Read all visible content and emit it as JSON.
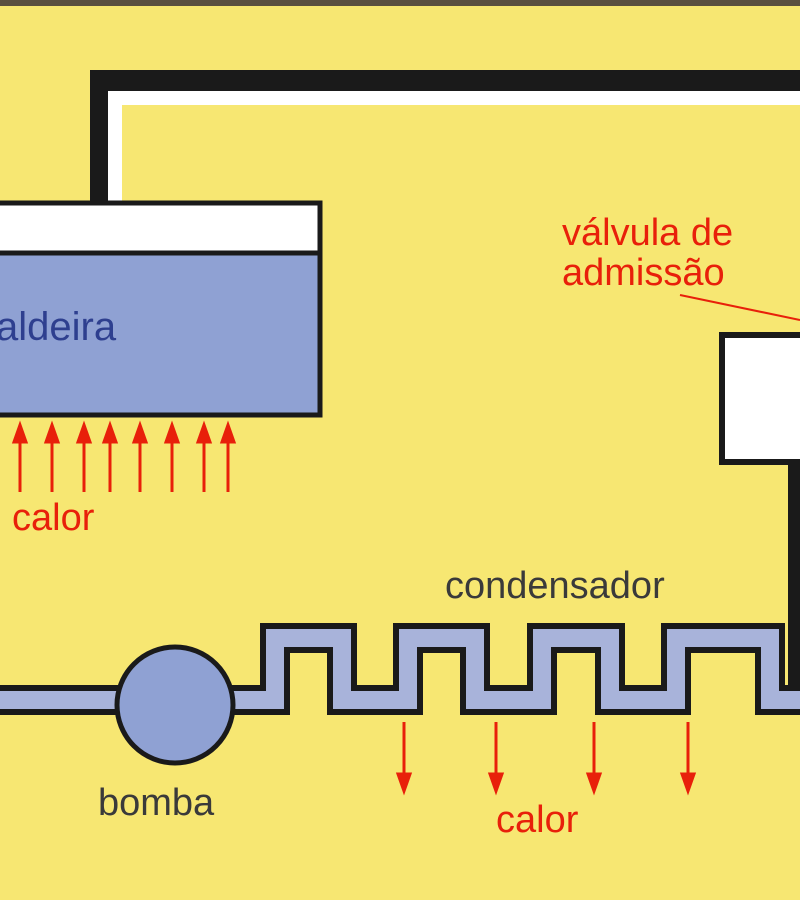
{
  "labels": {
    "boiler": "aldeira",
    "valve_line1": "válvula de",
    "valve_line2": "admissão",
    "heat_in": "calor",
    "condenser": "condensador",
    "pump": "bomba",
    "heat_out": "calor"
  },
  "colors": {
    "background": "#f7e772",
    "pipe_fill": "#a8b3da",
    "boiler_water": "#8fa1d3",
    "outline": "#1a1a1a",
    "heat_arrow": "#e8200a",
    "label_red": "#e8200a",
    "label_dark": "#3a3a3a",
    "boiler_label": "#2e3f8f"
  }
}
